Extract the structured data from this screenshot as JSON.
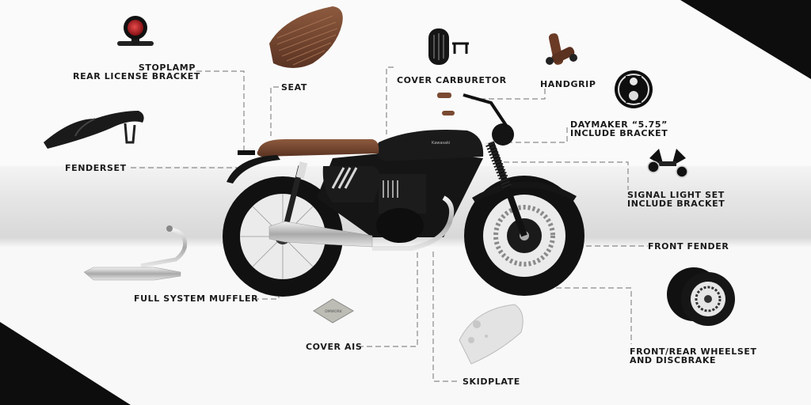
{
  "diagram": {
    "subject": "Kawasaki scrambler motorcycle with accessory parts",
    "tank_brand": "Kawasaki",
    "cover_ais_badge": "DMWORK",
    "colors": {
      "background": "#fafafa",
      "band": "#d8d8d8",
      "corner": "#0d0d0d",
      "label": "#1a1a1a",
      "leader_line": "#8a8a8a",
      "seat_brown": "#7a4a32",
      "stoplamp_red": "#b3121a"
    }
  },
  "parts": [
    {
      "id": "stoplamp",
      "lines": [
        "STOPLAMP",
        "REAR LICENSE BRACKET"
      ],
      "icon": "stoplamp-icon"
    },
    {
      "id": "seat",
      "lines": [
        "SEAT"
      ],
      "icon": "seat-icon"
    },
    {
      "id": "cover-carburetor",
      "lines": [
        "COVER CARBURETOR"
      ],
      "icon": "carburetor-cover-icon"
    },
    {
      "id": "handgrip",
      "lines": [
        "HANDGRIP"
      ],
      "icon": "handgrip-icon"
    },
    {
      "id": "daymaker",
      "lines": [
        "DAYMAKER “5.75”",
        "INCLUDE BRACKET"
      ],
      "icon": "headlamp-icon"
    },
    {
      "id": "fenderset",
      "lines": [
        "FENDERSET"
      ],
      "icon": "fender-icon"
    },
    {
      "id": "signal-light",
      "lines": [
        "SIGNAL LIGHT SET",
        "INCLUDE BRACKET"
      ],
      "icon": "signal-light-icon"
    },
    {
      "id": "front-fender",
      "lines": [
        "FRONT FENDER"
      ],
      "icon": "front-fender-icon"
    },
    {
      "id": "muffler",
      "lines": [
        "FULL SYSTEM MUFFLER"
      ],
      "icon": "muffler-icon"
    },
    {
      "id": "cover-ais",
      "lines": [
        "COVER AIS"
      ],
      "icon": "ais-cover-icon"
    },
    {
      "id": "wheelset",
      "lines": [
        "FRONT/REAR WHEELSET",
        "AND DISCBRAKE"
      ],
      "icon": "wheel-icon"
    },
    {
      "id": "skidplate",
      "lines": [
        "SKIDPLATE"
      ],
      "icon": "skidplate-icon"
    }
  ]
}
